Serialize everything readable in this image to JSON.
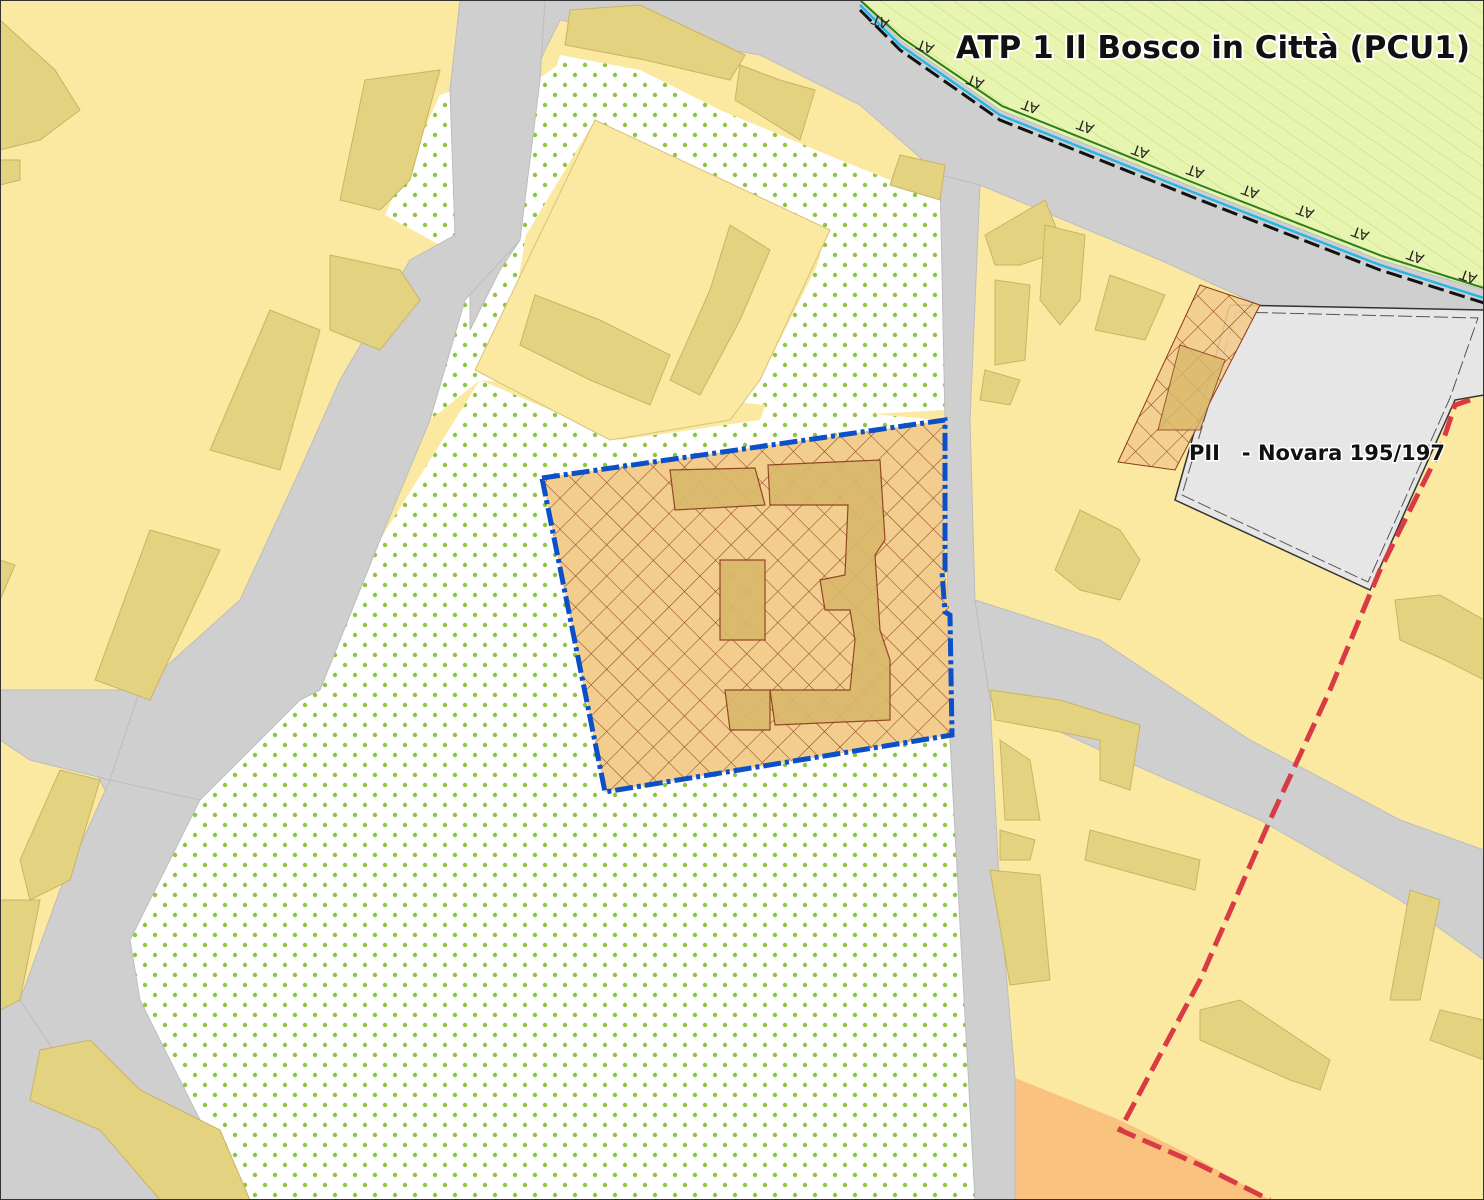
{
  "map": {
    "title": "ATP 1 Il Bosco in Città (PCU1)",
    "plan_label": "PII   - Novara 195/197",
    "boundary_code": "AT"
  },
  "colors": {
    "urban_fabric": "#fbe9a2",
    "building": "#e3d27f",
    "road": "#cfcfcf",
    "green_dots": "#8cc63f",
    "park_bg": "#ffffff",
    "agri_green": "#e8f5b0",
    "plan_area": "#e6e6e6",
    "orange_zone": "#f9c27e",
    "blue_boundary": "#0b4fc9",
    "red_boundary": "#d93b45",
    "hatch": "#8a3a1a",
    "cyan_line": "#29b6e6",
    "dark_green_line": "#2f7d1f"
  }
}
